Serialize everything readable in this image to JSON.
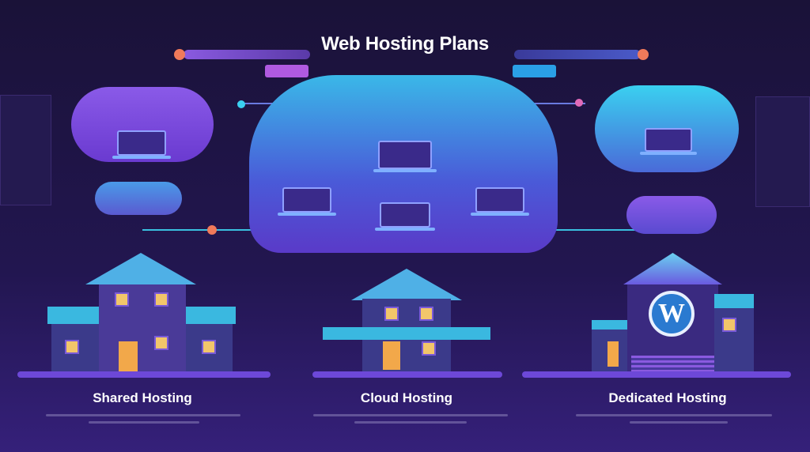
{
  "header": {
    "title": "Web Hosting Plans"
  },
  "plans": [
    {
      "title": "Shared Hosting",
      "icon": "house-icon"
    },
    {
      "title": "Cloud Hosting",
      "icon": "cloud-house-icon"
    },
    {
      "title": "Dedicated Hosting",
      "icon": "wordpress-building-icon"
    }
  ],
  "colors": {
    "accent": "#f07a5a",
    "purple": "#8a5ae0",
    "cyan": "#3ad0f0",
    "background": "#1a1238"
  }
}
